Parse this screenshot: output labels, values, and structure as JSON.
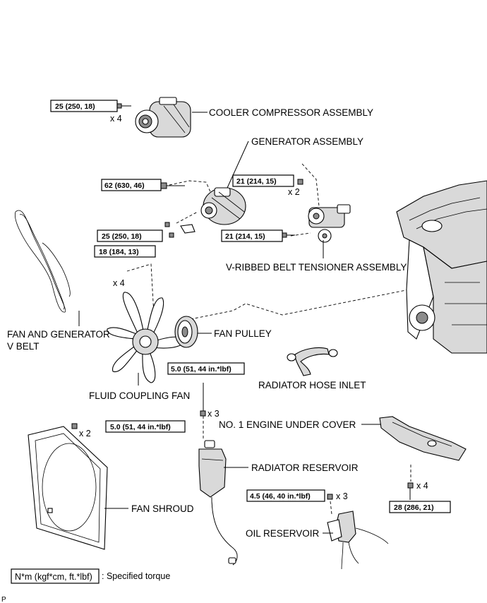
{
  "labels": {
    "cooler_compressor": "COOLER COMPRESSOR ASSEMBLY",
    "generator": "GENERATOR ASSEMBLY",
    "v_ribbed_tensioner": "V-RIBBED BELT TENSIONER ASSEMBLY",
    "fan_generator_belt_line1": "FAN AND GENERATOR",
    "fan_generator_belt_line2": "V BELT",
    "fan_pulley": "FAN PULLEY",
    "fluid_coupling_fan": "FLUID COUPLING FAN",
    "radiator_hose_inlet": "RADIATOR HOSE INLET",
    "engine_under_cover": "NO. 1 ENGINE UNDER COVER",
    "radiator_reservoir": "RADIATOR RESERVOIR",
    "fan_shroud": "FAN SHROUD",
    "oil_reservoir": "OIL RESERVOIR"
  },
  "torques": {
    "compressor": "25 (250, 18)",
    "generator_bolt": "62 (630, 46)",
    "tensioner_top": "21 (214, 15)",
    "generator_lower": "25 (250, 18)",
    "tensioner_bolt": "21 (214, 15)",
    "fan_nut": "18 (184, 13)",
    "reservoir": "5.0 (51, 44 in.*lbf)",
    "shroud": "5.0 (51, 44 in.*lbf)",
    "oil_reservoir": "4.5 (46, 40 in.*lbf)",
    "under_cover": "28 (286, 21)"
  },
  "quantities": {
    "compressor": "x 4",
    "tensioner_top": "x 2",
    "fan_nut": "x 4",
    "reservoir": "x 3",
    "shroud": "x 2",
    "oil_reservoir": "x 3",
    "under_cover": "x 4"
  },
  "legend": {
    "unit_box": "N*m (kgf*cm, ft.*lbf)",
    "description": ": Specified torque"
  },
  "corner_code": "P"
}
